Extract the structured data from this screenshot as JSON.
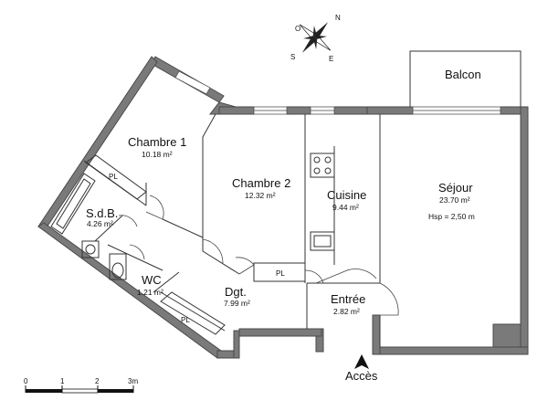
{
  "rooms": {
    "balcon": {
      "name": "Balcon"
    },
    "chambre1": {
      "name": "Chambre 1",
      "area": "10.18 m²"
    },
    "chambre2": {
      "name": "Chambre 2",
      "area": "12.32 m²"
    },
    "cuisine": {
      "name": "Cuisine",
      "area": "9.44 m²"
    },
    "sejour": {
      "name": "Séjour",
      "area": "23.70 m²",
      "hsp": "Hsp =  2,50 m"
    },
    "sdb": {
      "name": "S.d.B.",
      "area": "4.26 m²"
    },
    "wc": {
      "name": "WC",
      "area": "1.21 m²"
    },
    "dgt": {
      "name": "Dgt.",
      "area": "7.99 m²"
    },
    "entree": {
      "name": "Entrée",
      "area": "2.82 m²"
    }
  },
  "closets": [
    "PL",
    "PL",
    "PL"
  ],
  "access_label": "Accès",
  "compass": {
    "n": "N",
    "e": "E",
    "s": "S",
    "w": "O"
  },
  "scale": {
    "labels": [
      "0",
      "1",
      "2",
      "3m"
    ]
  },
  "colors": {
    "wall": "#7a7a7a",
    "line": "#333333"
  }
}
